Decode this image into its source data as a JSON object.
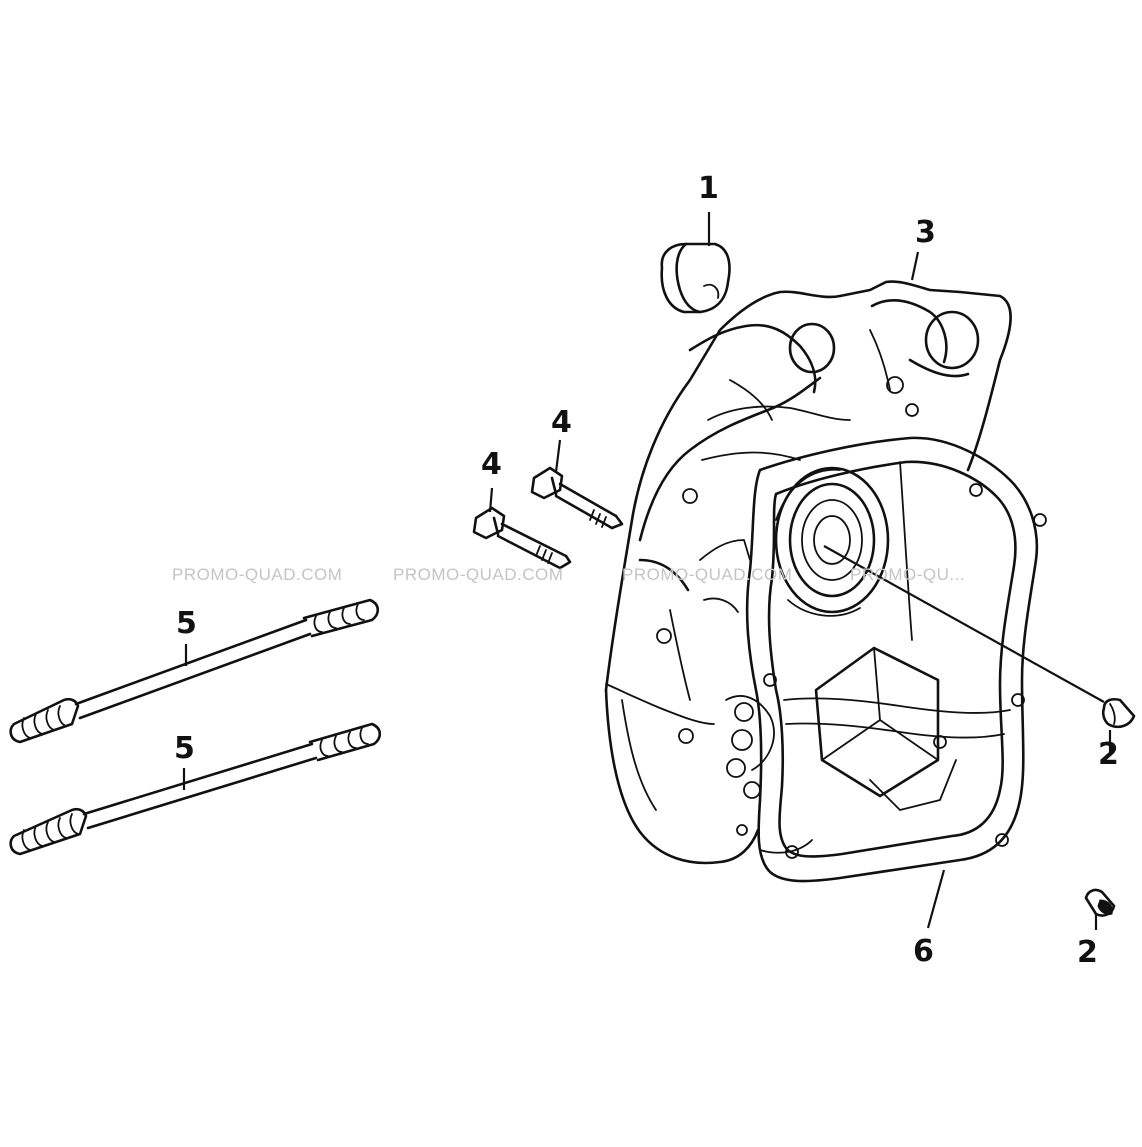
{
  "diagram": {
    "callouts": {
      "c1": "1",
      "c2a": "2",
      "c2b": "2",
      "c3": "3",
      "c4a": "4",
      "c4b": "4",
      "c5a": "5",
      "c5b": "5",
      "c6": "6"
    },
    "watermarks": [
      "PROMO-QUAD.COM",
      "PROMO-QUAD.COM",
      "PROMO-QUAD.COM",
      "PROMO-QU..."
    ]
  },
  "colors": {
    "ink": "#111111",
    "watermark": "#c4c4c4",
    "background": "#ffffff"
  }
}
